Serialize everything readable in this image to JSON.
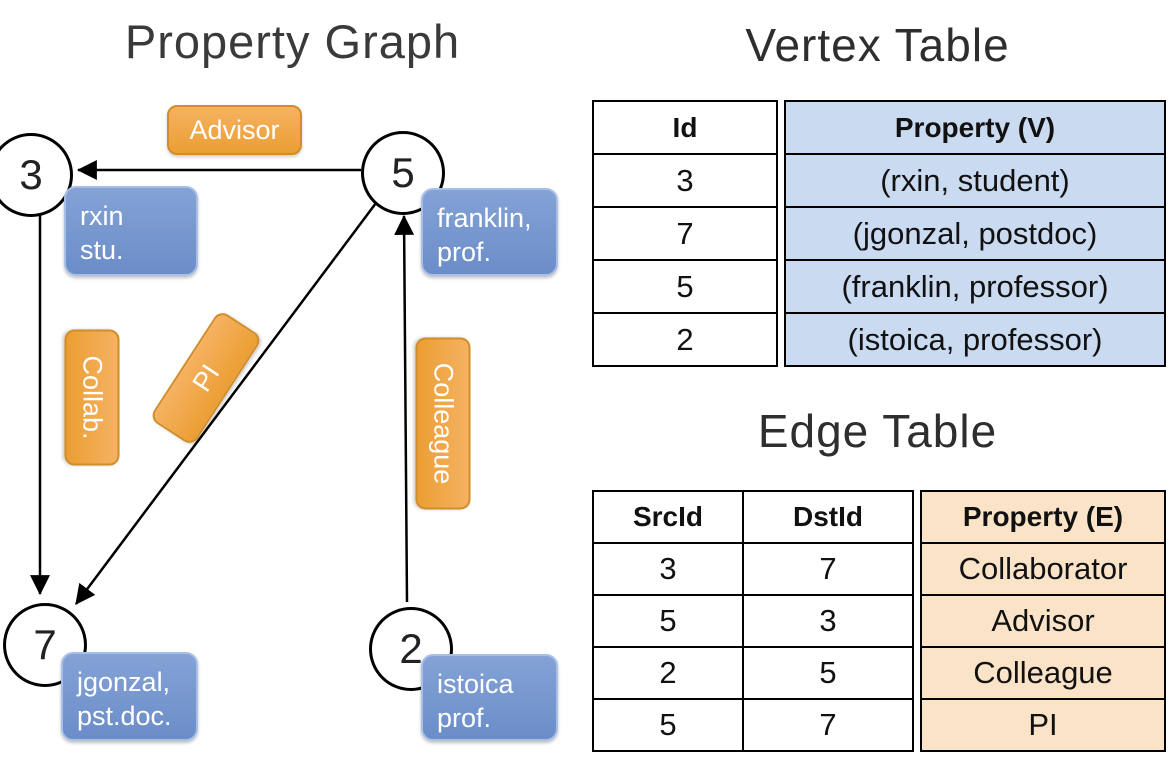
{
  "graph": {
    "title": "Property Graph",
    "nodes": [
      {
        "id": "3",
        "label_line1": "rxin",
        "label_line2": "stu."
      },
      {
        "id": "5",
        "label_line1": "franklin,",
        "label_line2": "prof."
      },
      {
        "id": "7",
        "label_line1": "jgonzal,",
        "label_line2": "pst.doc."
      },
      {
        "id": "2",
        "label_line1": "istoica",
        "label_line2": "prof."
      }
    ],
    "edge_labels": {
      "advisor": "Advisor",
      "collab": "Collab.",
      "pi": "PI",
      "colleague": "Colleague"
    }
  },
  "vertex_table": {
    "title": "Vertex Table",
    "headers": {
      "id": "Id",
      "property": "Property (V)"
    },
    "rows": [
      {
        "id": "3",
        "property": "(rxin, student)"
      },
      {
        "id": "7",
        "property": "(jgonzal, postdoc)"
      },
      {
        "id": "5",
        "property": "(franklin, professor)"
      },
      {
        "id": "2",
        "property": "(istoica, professor)"
      }
    ]
  },
  "edge_table": {
    "title": "Edge Table",
    "headers": {
      "src": "SrcId",
      "dst": "DstId",
      "property": "Property (E)"
    },
    "rows": [
      {
        "src": "3",
        "dst": "7",
        "property": "Collaborator"
      },
      {
        "src": "5",
        "dst": "3",
        "property": "Advisor"
      },
      {
        "src": "2",
        "dst": "5",
        "property": "Colleague"
      },
      {
        "src": "5",
        "dst": "7",
        "property": "PI"
      }
    ]
  },
  "colors": {
    "vertex_column_fill": "#c9daf1",
    "edge_column_fill": "#fbe3c7",
    "vertex_box_blue": "#6b8dc8",
    "edge_label_orange": "#eb9e33"
  }
}
